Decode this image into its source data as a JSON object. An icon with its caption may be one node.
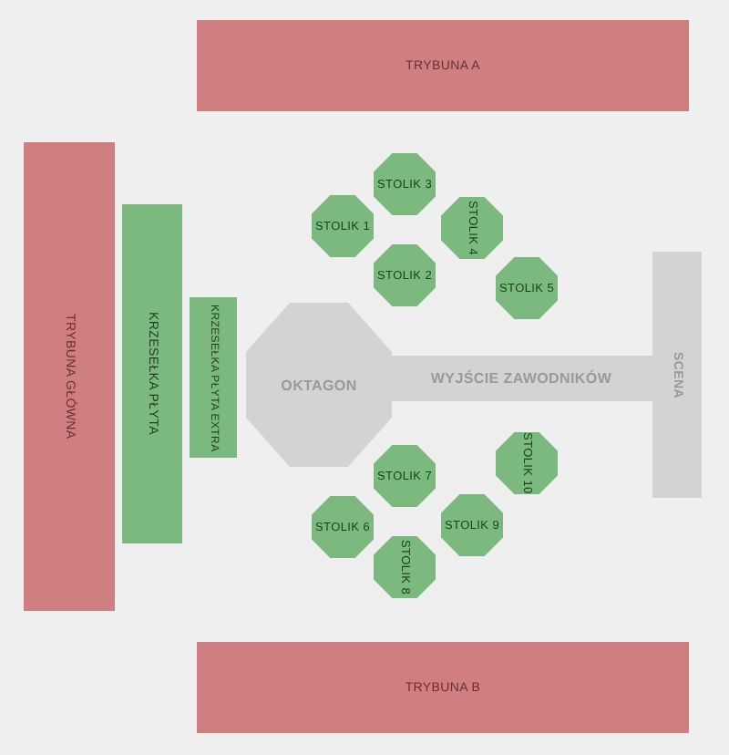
{
  "diagram": {
    "nodes": [
      {
        "text": [
          "TRYBUNA A"
        ]
      },
      {
        "text": [
          "TRYBUNA GŁÓWNA"
        ]
      },
      {
        "text": [
          "KRZESEŁKA PŁYTA"
        ]
      },
      {
        "text": [
          "KRZESEŁKA PŁYTA EXTRA"
        ]
      },
      {
        "text": [
          "STOLIK 3"
        ]
      },
      {
        "text": [
          "STOLIK 1"
        ]
      },
      {
        "text": [
          "STOLIK 4"
        ]
      },
      {
        "text": [
          "STOLIK 2"
        ]
      },
      {
        "text": [
          "STOLIK 5"
        ]
      },
      {
        "text": [
          "OKTAGON"
        ]
      },
      {
        "text": [
          "WYJŚCIE ZAWODNIKÓW"
        ]
      },
      {
        "text": [
          "SCENA"
        ]
      },
      {
        "text": [
          "STOLIK 10"
        ]
      },
      {
        "text": [
          "STOLIK 7"
        ]
      },
      {
        "text": [
          "STOLIK 6"
        ]
      },
      {
        "text": [
          "STOLIK 9"
        ]
      },
      {
        "text": [
          "STOLIK 8"
        ]
      },
      {
        "text": [
          "TRYBUNA B"
        ]
      }
    ],
    "edges": []
  }
}
